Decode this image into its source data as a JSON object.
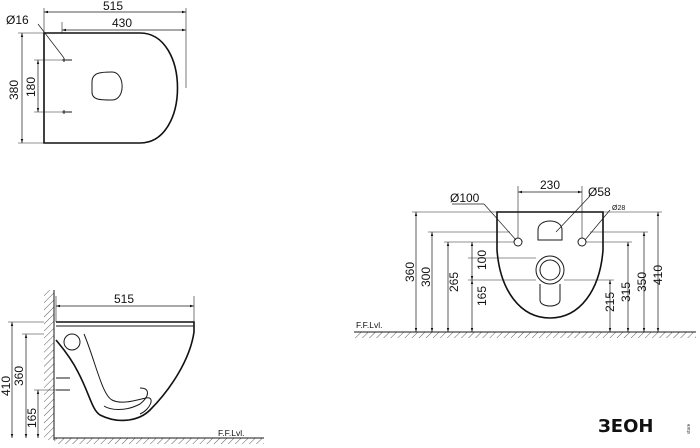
{
  "top_view": {
    "length_overall": "515",
    "length_inner": "430",
    "hole_diameter": "Ø16",
    "width": "380",
    "hole_spacing": "180"
  },
  "side_view": {
    "length": "515",
    "height_total": "410",
    "height_seat": "360",
    "height_outlet": "165",
    "floor_label": "F.F.Lvl."
  },
  "rear_view": {
    "floor_label": "F.F.Lvl.",
    "outlet_diameter": "Ø100",
    "bolt_spacing": "230",
    "inlet_diameter": "Ø58",
    "bolt_diameter": "Ø28",
    "left_dims": [
      "360",
      "300",
      "265",
      "100",
      "165"
    ],
    "right_dims": [
      "215",
      "315",
      "350",
      "410"
    ]
  },
  "logo": {
    "brand": "ЗЕОН",
    "sub": "store"
  }
}
